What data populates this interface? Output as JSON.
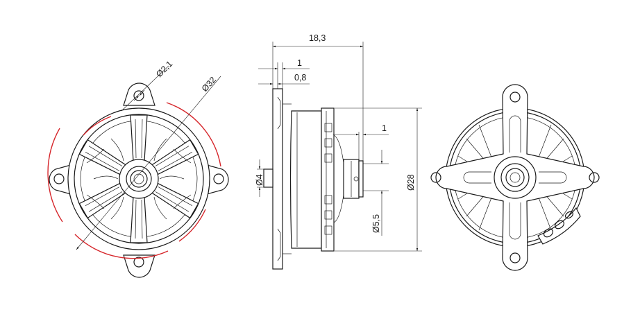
{
  "dimensions": {
    "overall_length": "18,3",
    "flange_1": "1",
    "flange_08": "0,8",
    "hole_dia": "Ø2,1",
    "mount_dia": "Ø32",
    "boss_dia": "Ø4",
    "shaft_step": "1",
    "shaft_dia": "Ø5,5",
    "body_dia": "Ø28"
  },
  "colors": {
    "line": "#1a1a1a",
    "accent": "#d6262b"
  }
}
